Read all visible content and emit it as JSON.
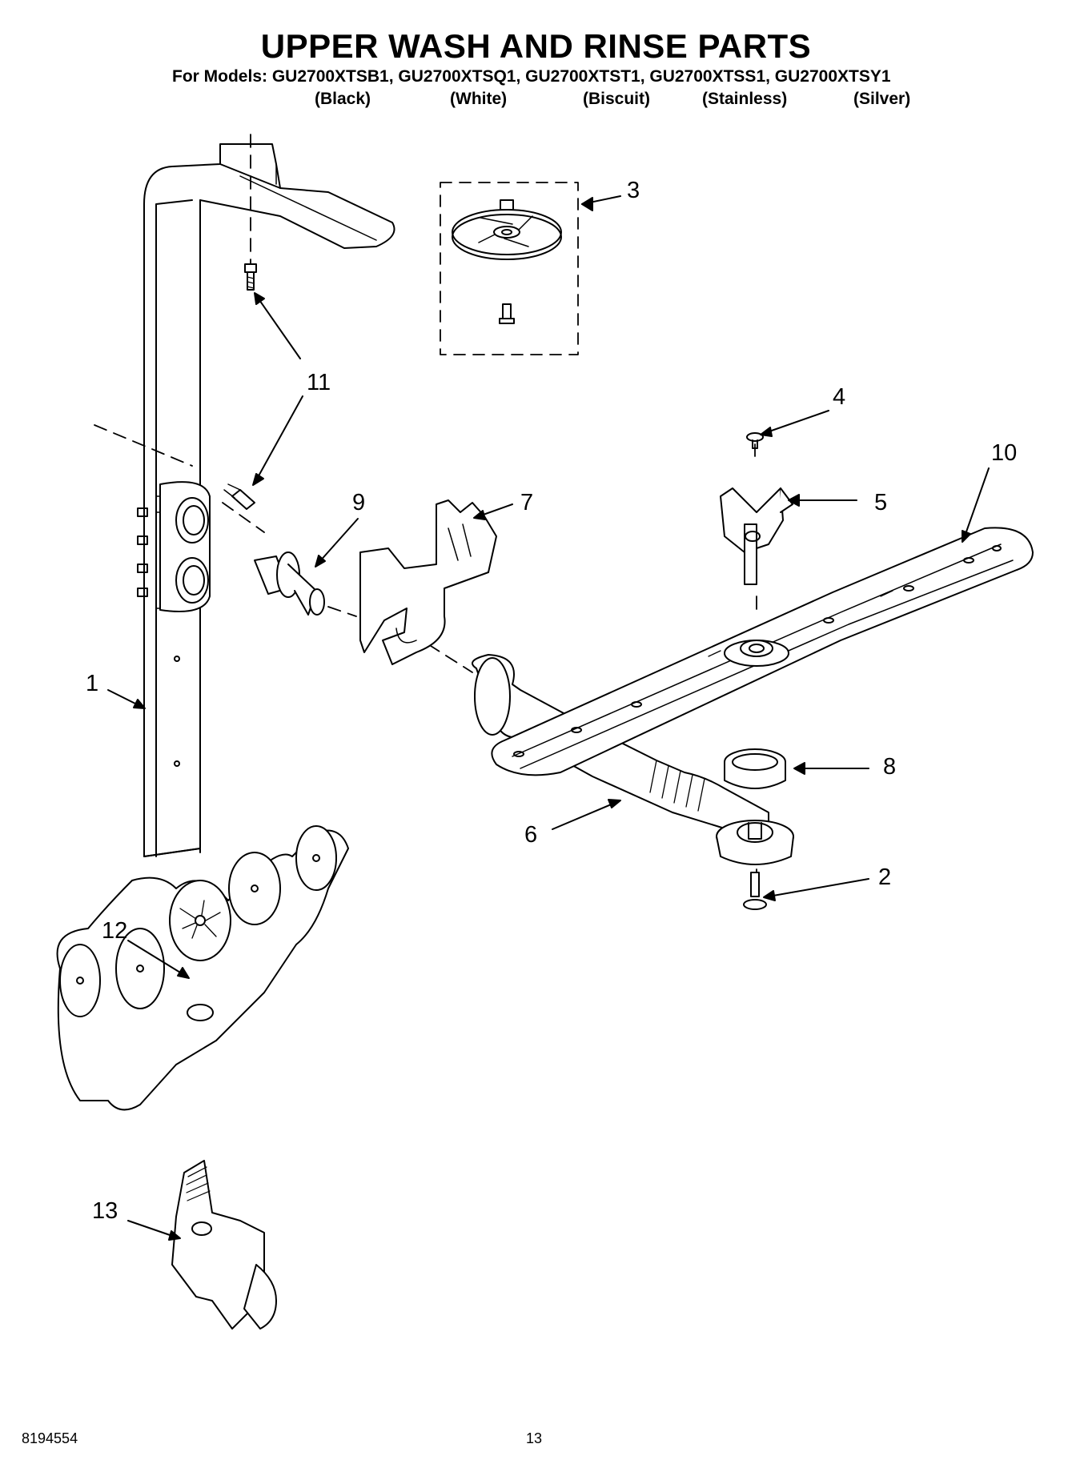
{
  "header": {
    "title": "UPPER WASH AND RINSE PARTS",
    "models_line": "For Models: GU2700XTSB1, GU2700XTSQ1, GU2700XTST1, GU2700XTSS1, GU2700XTSY1",
    "colors": [
      "(Black)",
      "(White)",
      "(Biscuit)",
      "(Stainless)",
      "(Silver)"
    ]
  },
  "callouts": [
    "1",
    "2",
    "3",
    "4",
    "5",
    "6",
    "7",
    "8",
    "9",
    "10",
    "11",
    "12",
    "13"
  ],
  "footer": {
    "doc_number": "8194554",
    "page_number": "13"
  }
}
